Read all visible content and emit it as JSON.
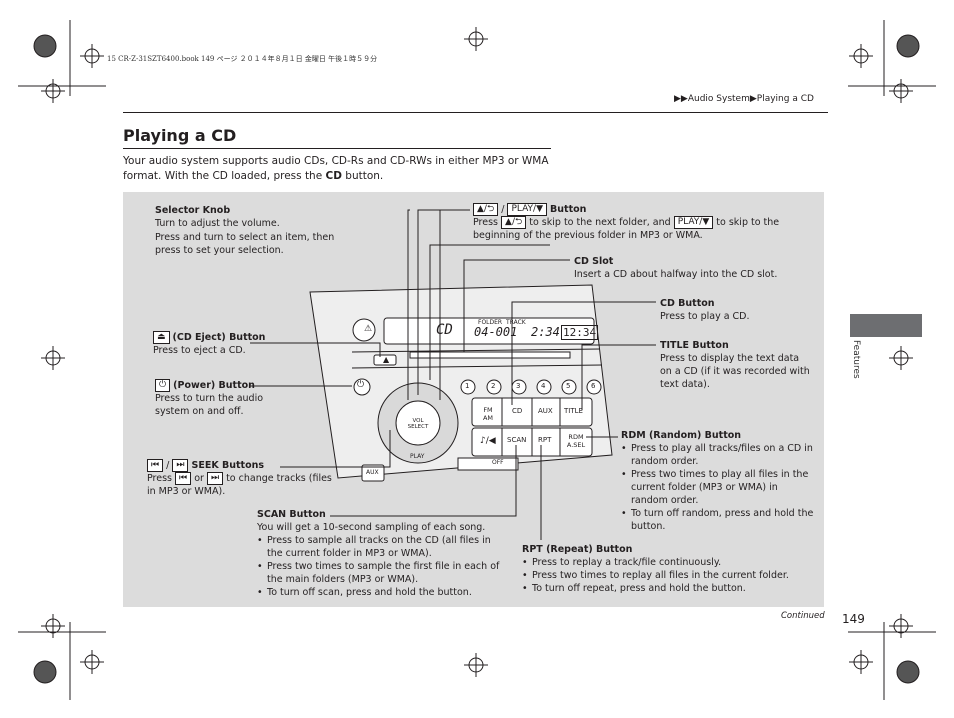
{
  "print_header": "15 CR-Z-31SZT6400.book  149 ページ  ２０１４年８月１日  金曜日  午後１時５９分",
  "breadcrumb": {
    "arrows": "▶▶",
    "section": "Audio System",
    "sep": "▶",
    "page": "Playing a CD"
  },
  "page_title": "Playing a CD",
  "intro": {
    "text1": "Your audio system supports audio CDs, CD-Rs and CD-RWs in either MP3 or WMA format. With the CD loaded, press the ",
    "bold": "CD",
    "text2": " button."
  },
  "callouts": {
    "selector_knob": {
      "title": "Selector Knob",
      "line1": "Turn to adjust the volume.",
      "line2": "Press and turn to select an item, then press to set your selection."
    },
    "folder_buttons": {
      "key1": "▲/⮌",
      "sep": "/",
      "key2": "PLAY/▼",
      "title": "Button",
      "p1": "Press",
      "p2": "to skip to the next folder, and",
      "p3": "to skip to the beginning of the previous folder in MP3 or WMA."
    },
    "cd_slot": {
      "title": "CD Slot",
      "text": "Insert a CD about halfway into the CD slot."
    },
    "cd_button": {
      "title": "CD Button",
      "text": "Press to play a CD."
    },
    "cd_eject": {
      "key": "⏏",
      "title": "(CD Eject) Button",
      "text": "Press to eject a CD."
    },
    "title_button": {
      "title": "TITLE Button",
      "text": "Press to display the text data on a CD (if it was recorded with text data)."
    },
    "power": {
      "key": "⏻",
      "title": "(Power) Button",
      "text": "Press to turn the audio system on and off."
    },
    "rdm": {
      "title": "RDM (Random) Button",
      "items": [
        "Press to play all tracks/files on a CD in random order.",
        "Press two times to play all files in the current folder (MP3 or WMA) in random order.",
        "To turn off random, press and hold the button."
      ]
    },
    "seek": {
      "key1": "⏮",
      "sep": "/",
      "key2": "⏭",
      "title": "SEEK Buttons",
      "p1": "Press",
      "or": "or",
      "p2": "to change tracks (files in MP3 or WMA)."
    },
    "scan": {
      "title": "SCAN Button",
      "text": "You will get a 10-second sampling of each song.",
      "items": [
        "Press to sample all tracks on the CD (all files in the current folder in MP3 or WMA).",
        "Press two times to sample the first file in each of the main folders (MP3 or WMA).",
        "To turn off scan, press and hold the button."
      ]
    },
    "rpt": {
      "title": "RPT (Repeat) Button",
      "items": [
        "Press to replay a track/file continuously.",
        "Press two times to replay all files in the current folder.",
        "To turn off repeat, press and hold the button."
      ]
    }
  },
  "unit": {
    "display_left": "CD",
    "display_track": "04-001",
    "display_time": "2:34",
    "display_clock": "12:34",
    "folder_lbl": "FOLDER",
    "track_lbl": "TRACK",
    "presets": [
      "1",
      "2",
      "3",
      "4",
      "5",
      "6"
    ],
    "btn_fmam": "FM AM",
    "btn_cd": "CD",
    "btn_aux": "AUX",
    "btn_title": "TITLE",
    "btn_scan": "SCAN",
    "btn_rpt": "RPT",
    "btn_rdm": "RDM A.SEL",
    "knob_label": "VOL SELECT",
    "play_label": "PLAY",
    "aux_jack": "AUX",
    "off_btn": "OFF"
  },
  "sidebar_tab": "Features",
  "continued": "Continued",
  "page_number": "149",
  "colors": {
    "figure_bg": "#dcdcdc",
    "tab": "#6d6e71"
  }
}
